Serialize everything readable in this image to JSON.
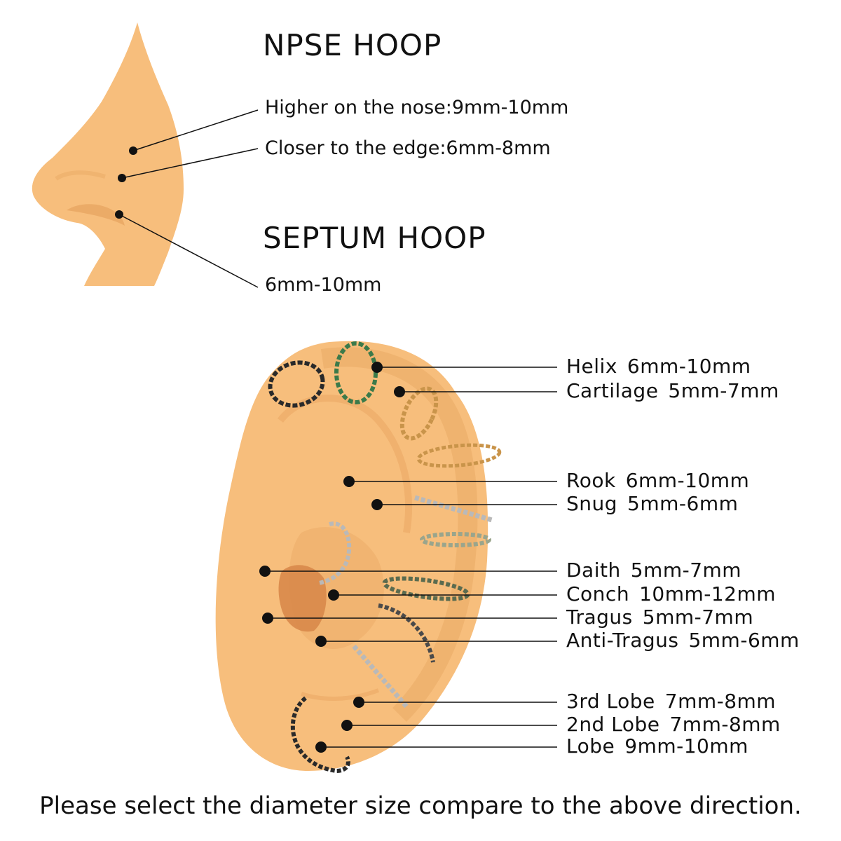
{
  "nose": {
    "heading_nose": "NPSE HOOP",
    "heading_septum": "SEPTUM HOOP",
    "labels": [
      "Higher on the nose:9mm-10mm",
      "Closer to the edge:6mm-8mm",
      "6mm-10mm"
    ]
  },
  "ear": {
    "labels": [
      {
        "name": "Helix",
        "size": "6mm-10mm"
      },
      {
        "name": "Cartilage",
        "size": "5mm-7mm"
      },
      {
        "name": "Rook",
        "size": "6mm-10mm"
      },
      {
        "name": "Snug",
        "size": "5mm-6mm"
      },
      {
        "name": "Daith",
        "size": "5mm-7mm"
      },
      {
        "name": "Conch",
        "size": "10mm-12mm"
      },
      {
        "name": "Tragus",
        "size": "5mm-7mm"
      },
      {
        "name": "Anti-Tragus",
        "size": "5mm-6mm"
      },
      {
        "name": "3rd Lobe",
        "size": "7mm-8mm"
      },
      {
        "name": "2nd Lobe",
        "size": "7mm-8mm"
      },
      {
        "name": "Lobe",
        "size": "9mm-10mm"
      }
    ]
  },
  "footer": "Please select the diameter size compare to the above direction.",
  "colors": {
    "skin": "#f7be7c",
    "skin_shadow": "#e19a55",
    "line": "#111111",
    "hoop_gold": "#c9944a",
    "hoop_silver": "#b9b9b9",
    "hoop_dark": "#2a2a2a"
  }
}
